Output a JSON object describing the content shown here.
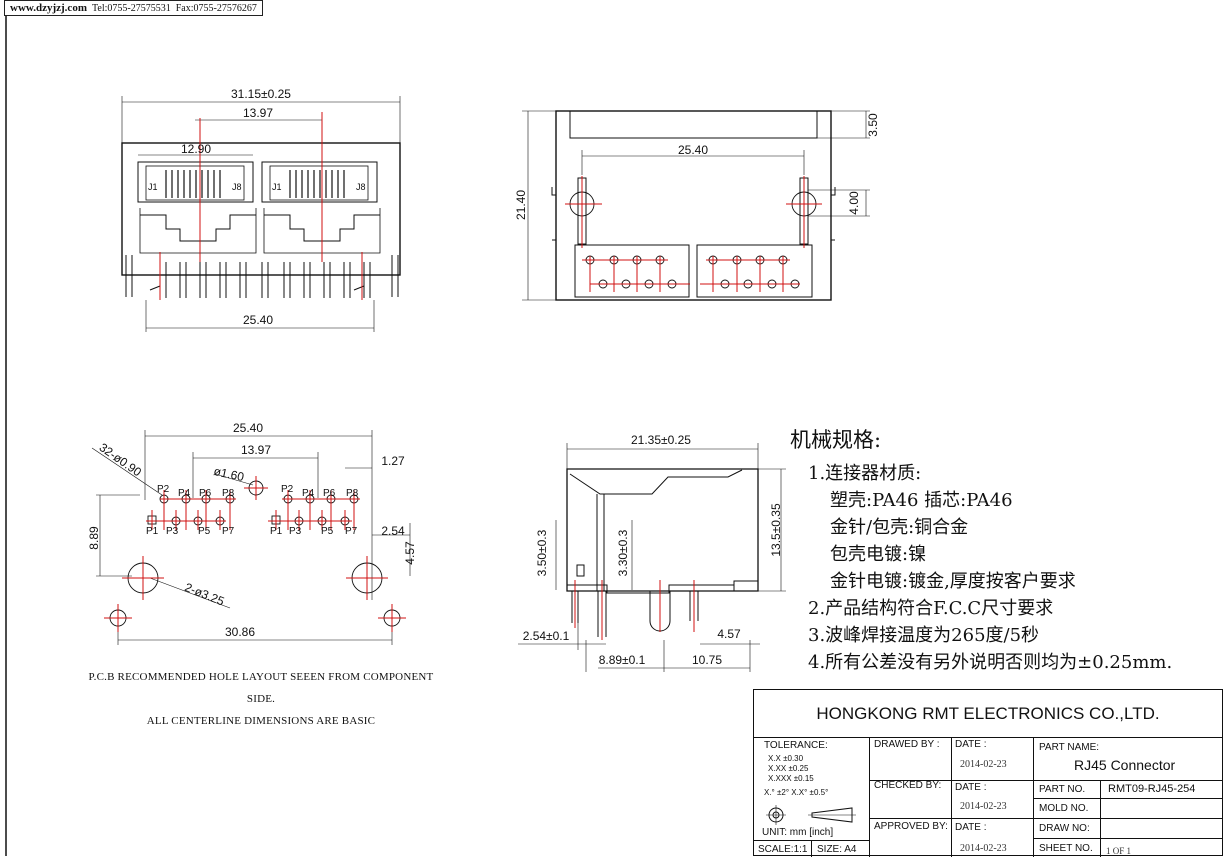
{
  "header": {
    "site": "www.dzyjzj.com",
    "tel": "Tel:0755-27575531",
    "fax": "Fax:0755-27576267"
  },
  "front_view": {
    "overall_width": "31.15±0.25",
    "port_pitch": "13.97",
    "port_width": "12.90",
    "pin_span": "25.40",
    "pin1_label": "J1",
    "pin8_label": "J8"
  },
  "top_view": {
    "height": "21.40",
    "inner_span": "25.40",
    "tab_depth": "3.50",
    "peg_offset": "4.00"
  },
  "pcb_layout": {
    "span_outer": "25.40",
    "port_pitch": "13.97",
    "pin_pitch": "1.27",
    "peg_hole": "ø1.60",
    "signal_holes": "32-ø0.90",
    "mount_holes": "2-ø3.25",
    "row_offset_a": "8.89",
    "row_offset_b": "2.54",
    "row_offset_c": "4.57",
    "total_span": "30.86",
    "even_pins": [
      "P2",
      "P4",
      "P6",
      "P8"
    ],
    "odd_pins": [
      "P1",
      "P3",
      "P5",
      "P7"
    ],
    "note_line1": "P.C.B RECOMMENDED HOLE LAYOUT SEEEN FROM COMPONENT SIDE.",
    "note_line2": "ALL CENTERLINE DIMENSIONS ARE BASIC"
  },
  "side_view": {
    "depth": "21.35±0.25",
    "height": "13.5±0.35",
    "lead_a": "3.50±0.3",
    "lead_b": "3.30±0.3",
    "pitch": "2.54±0.1",
    "offset": "8.89±0.1",
    "front_len": "10.75",
    "rear_len": "4.57"
  },
  "specs": {
    "title": "机械规格:",
    "items": [
      "1.连接器材质:",
      "塑壳:PA46 插芯:PA46",
      "金针/包壳:铜合金",
      "包壳电镀:镍",
      "金针电镀:镀金,厚度按客户要求",
      "2.产品结构符合F.C.C尺寸要求",
      "3.波峰焊接温度为265度/5秒",
      "4.所有公差没有另外说明否则均为±0.25mm."
    ]
  },
  "title_block": {
    "company": "HONGKONG RMT ELECTRONICS CO.,LTD.",
    "tolerance_label": "TOLERANCE:",
    "tol_x": "X.X    ±0.30",
    "tol_xx": "X.XX   ±0.25",
    "tol_xxx": "X.XXX  ±0.15",
    "tol_angle": "X.° ±2°      X.X° ±0.5°",
    "unit": "UNIT:  mm  [inch]",
    "scale": "SCALE:1:1",
    "size": "SIZE:  A4",
    "drawed_by": "DRAWED BY :",
    "checked_by": "CHECKED BY:",
    "approved_by": "APPROVED BY:",
    "date_label": "DATE :",
    "date1": "2014-02-23",
    "date2": "2014-02-23",
    "date3": "2014-02-23",
    "part_name_label": "PART NAME:",
    "part_name": "RJ45 Connector",
    "part_no_label": "PART NO.",
    "part_no": "RMT09-RJ45-254",
    "mold_no_label": "MOLD NO.",
    "draw_no_label": "DRAW NO:",
    "sheet_no_label": "SHEET NO.",
    "sheet_no": "1 OF 1"
  }
}
